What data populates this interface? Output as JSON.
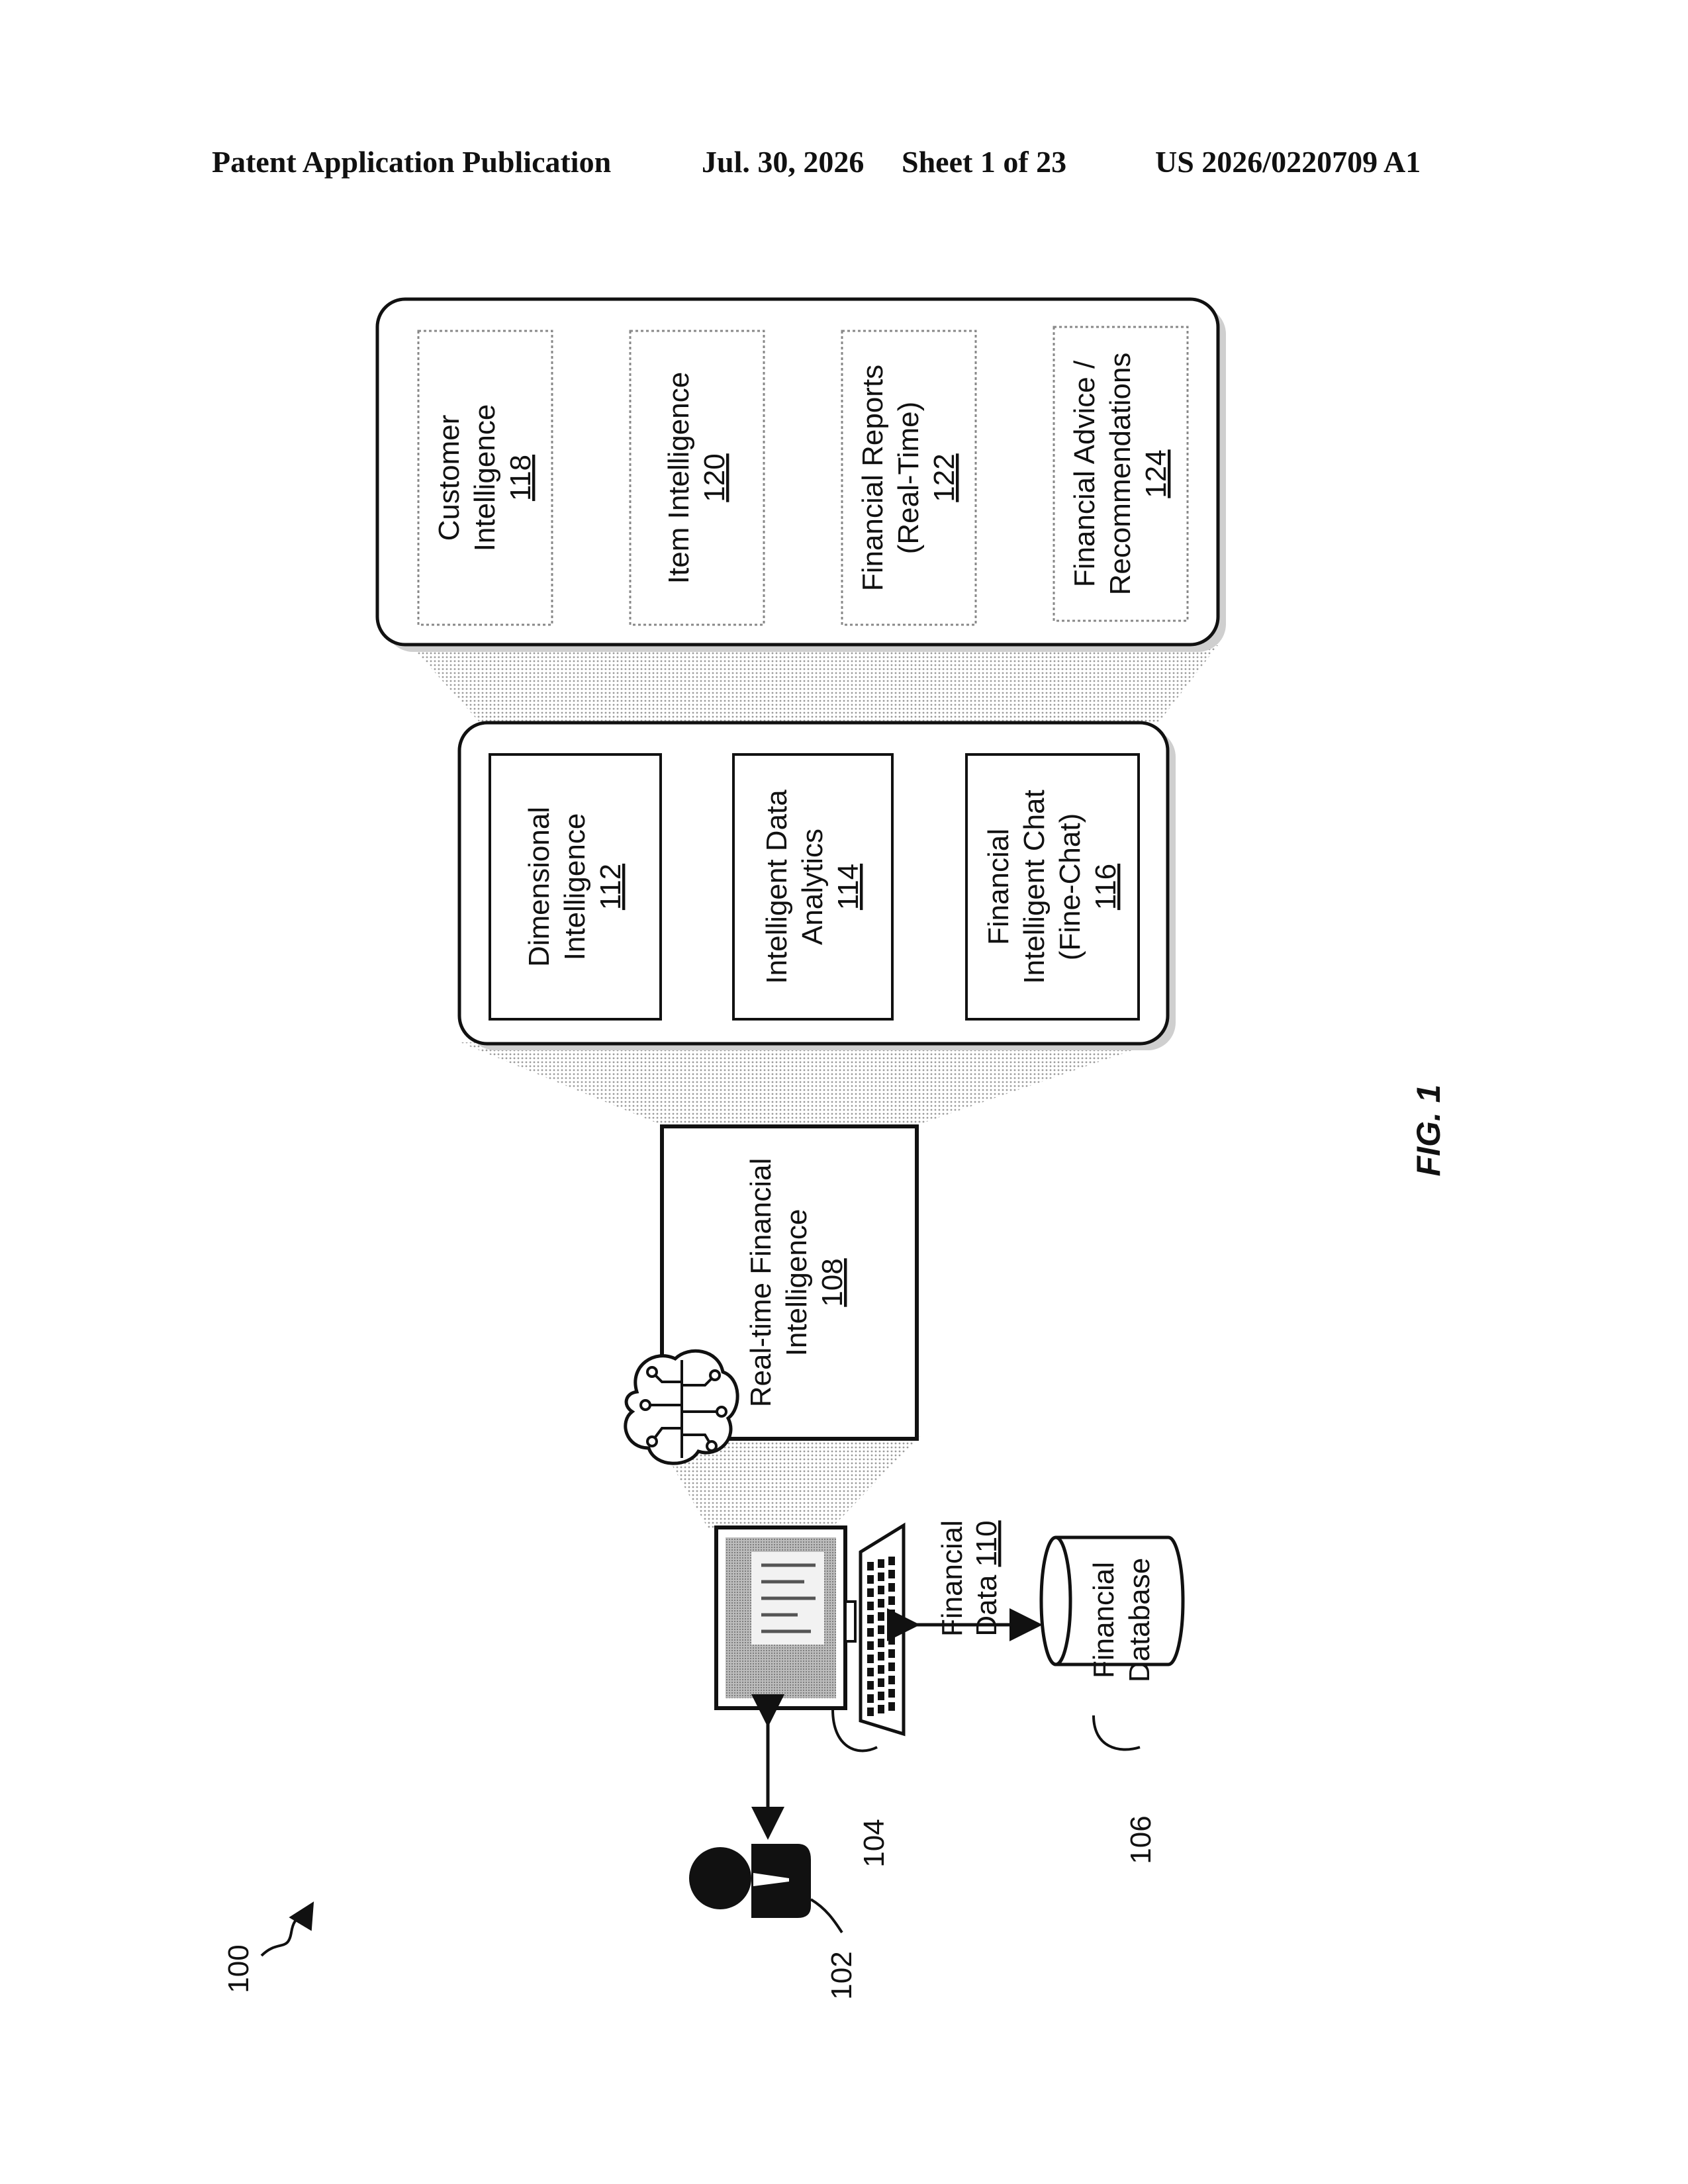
{
  "header": {
    "publication": "Patent Application Publication",
    "date": "Jul. 30, 2026",
    "sheet": "Sheet 1 of 23",
    "number": "US 2026/0220709 A1"
  },
  "figure": {
    "label": "FIG. 1",
    "system_ref": "100",
    "user_ref": "102",
    "computer_ref": "104",
    "database_ref": "106",
    "database_label": [
      "Financial",
      "Database"
    ],
    "data_link": {
      "line1": "Financial",
      "line2_text": "Data ",
      "line2_num": "110"
    },
    "rtfi": {
      "lines": [
        "Real-time Financial",
        "Intelligence"
      ],
      "num": "108"
    },
    "middle_group": [
      {
        "lines": [
          "Dimensional",
          "Intelligence"
        ],
        "num": "112"
      },
      {
        "lines": [
          "Intelligent Data",
          "Analytics"
        ],
        "num": "114"
      },
      {
        "lines": [
          "Financial",
          "Intelligent Chat",
          "(Fine-Chat)"
        ],
        "num": "116"
      }
    ],
    "outer_group": [
      {
        "lines": [
          "Customer",
          "Intelligence"
        ],
        "num": "118"
      },
      {
        "lines": [
          "Item Intelligence"
        ],
        "num": "120"
      },
      {
        "lines": [
          "Financial Reports",
          "(Real-Time)"
        ],
        "num": "122"
      },
      {
        "lines": [
          "Financial Advice /",
          "Recommendations"
        ],
        "num": "124"
      }
    ],
    "icons": [
      "person-icon",
      "computer-icon",
      "keyboard-icon",
      "database-icon",
      "brain-circuit-icon"
    ]
  }
}
